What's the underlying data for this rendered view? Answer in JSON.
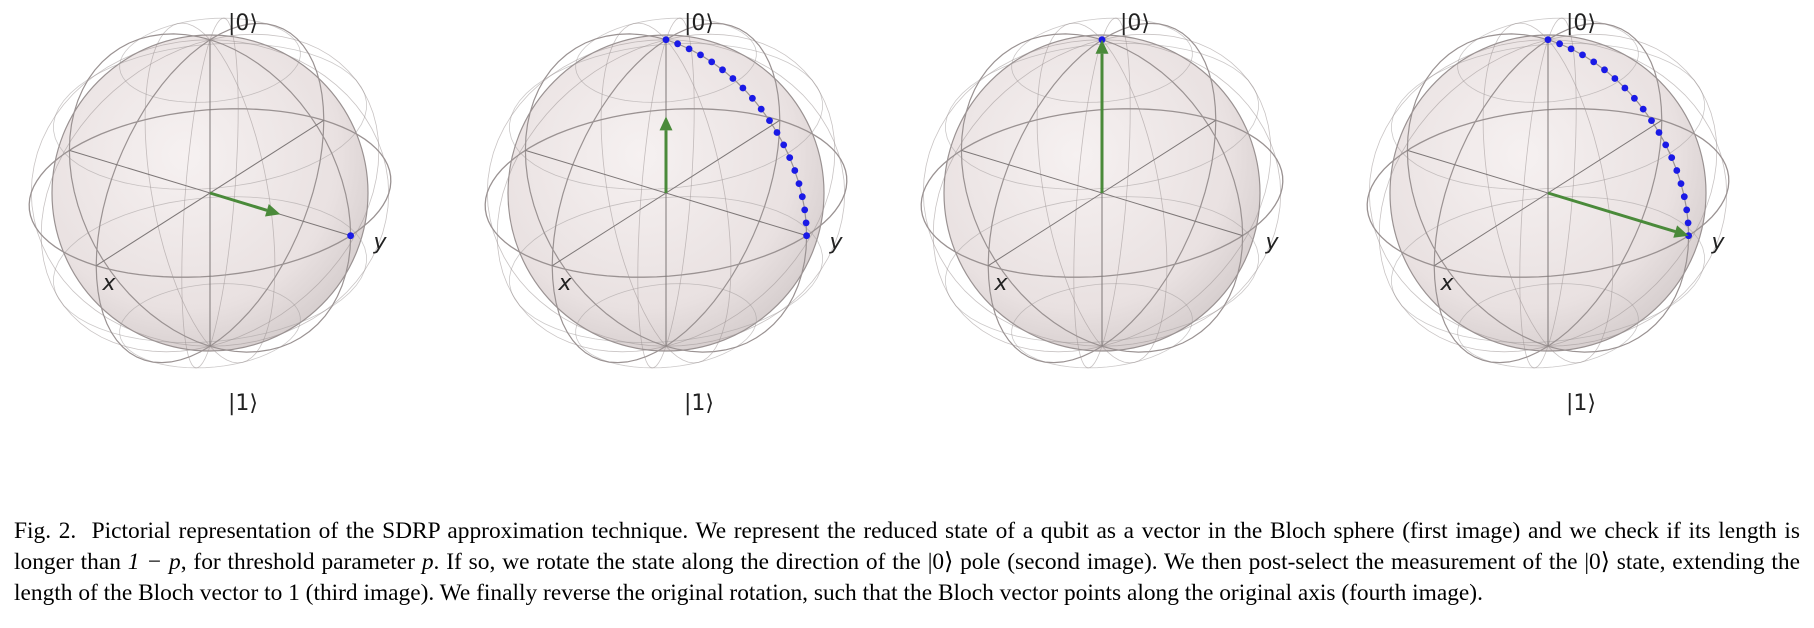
{
  "figure": {
    "panels": [
      {
        "label_top": "|0⟩",
        "label_bottom": "|1⟩",
        "label_x": "x",
        "label_y": "y",
        "vector": {
          "theta_deg": 90,
          "phi_deg": 90,
          "length": 0.5
        },
        "dots": {
          "count": 1,
          "from_theta_deg": 90,
          "to_theta_deg": 90,
          "phi_deg": 90
        }
      },
      {
        "label_top": "|0⟩",
        "label_bottom": "|1⟩",
        "label_x": "x",
        "label_y": "y",
        "vector": {
          "theta_deg": 0,
          "phi_deg": 0,
          "length": 0.5
        },
        "dots": {
          "count": 20,
          "from_theta_deg": 0,
          "to_theta_deg": 90,
          "phi_deg": 90
        }
      },
      {
        "label_top": "|0⟩",
        "label_bottom": "",
        "label_x": "x",
        "label_y": "y",
        "vector": {
          "theta_deg": 0,
          "phi_deg": 0,
          "length": 1.0
        },
        "dots": {
          "count": 1,
          "from_theta_deg": 0,
          "to_theta_deg": 0,
          "phi_deg": 0
        }
      },
      {
        "label_top": "|0⟩",
        "label_bottom": "|1⟩",
        "label_x": "x",
        "label_y": "y",
        "vector": {
          "theta_deg": 90,
          "phi_deg": 90,
          "length": 1.0
        },
        "dots": {
          "count": 20,
          "from_theta_deg": 0,
          "to_theta_deg": 90,
          "phi_deg": 90
        }
      }
    ],
    "colors": {
      "sphere_fill": "#e9e1e1",
      "sphere_edge": "#9a9292",
      "grid": "#a29d9d",
      "vector": "#4a8a3a",
      "dots": "#1a1ae6"
    }
  },
  "caption": {
    "fig_label": "Fig. 2.",
    "t1": "Pictorial representation of the SDRP approximation technique. We represent the reduced state of a qubit as a vector in the Bloch sphere (first image) and we check if its length is longer than",
    "m1": "1 − p",
    "t2": ", for threshold parameter",
    "m2": "p",
    "t3": ". If so, we rotate the state along the direction of the",
    "k1": "|0⟩",
    "t4": "pole (second image). We then post-select the measurement of the",
    "k2": "|0⟩",
    "t5": "state, extending the length of the Bloch vector to 1 (third image). We finally reverse the original rotation, such that the Bloch vector points along the original axis (fourth image)."
  }
}
